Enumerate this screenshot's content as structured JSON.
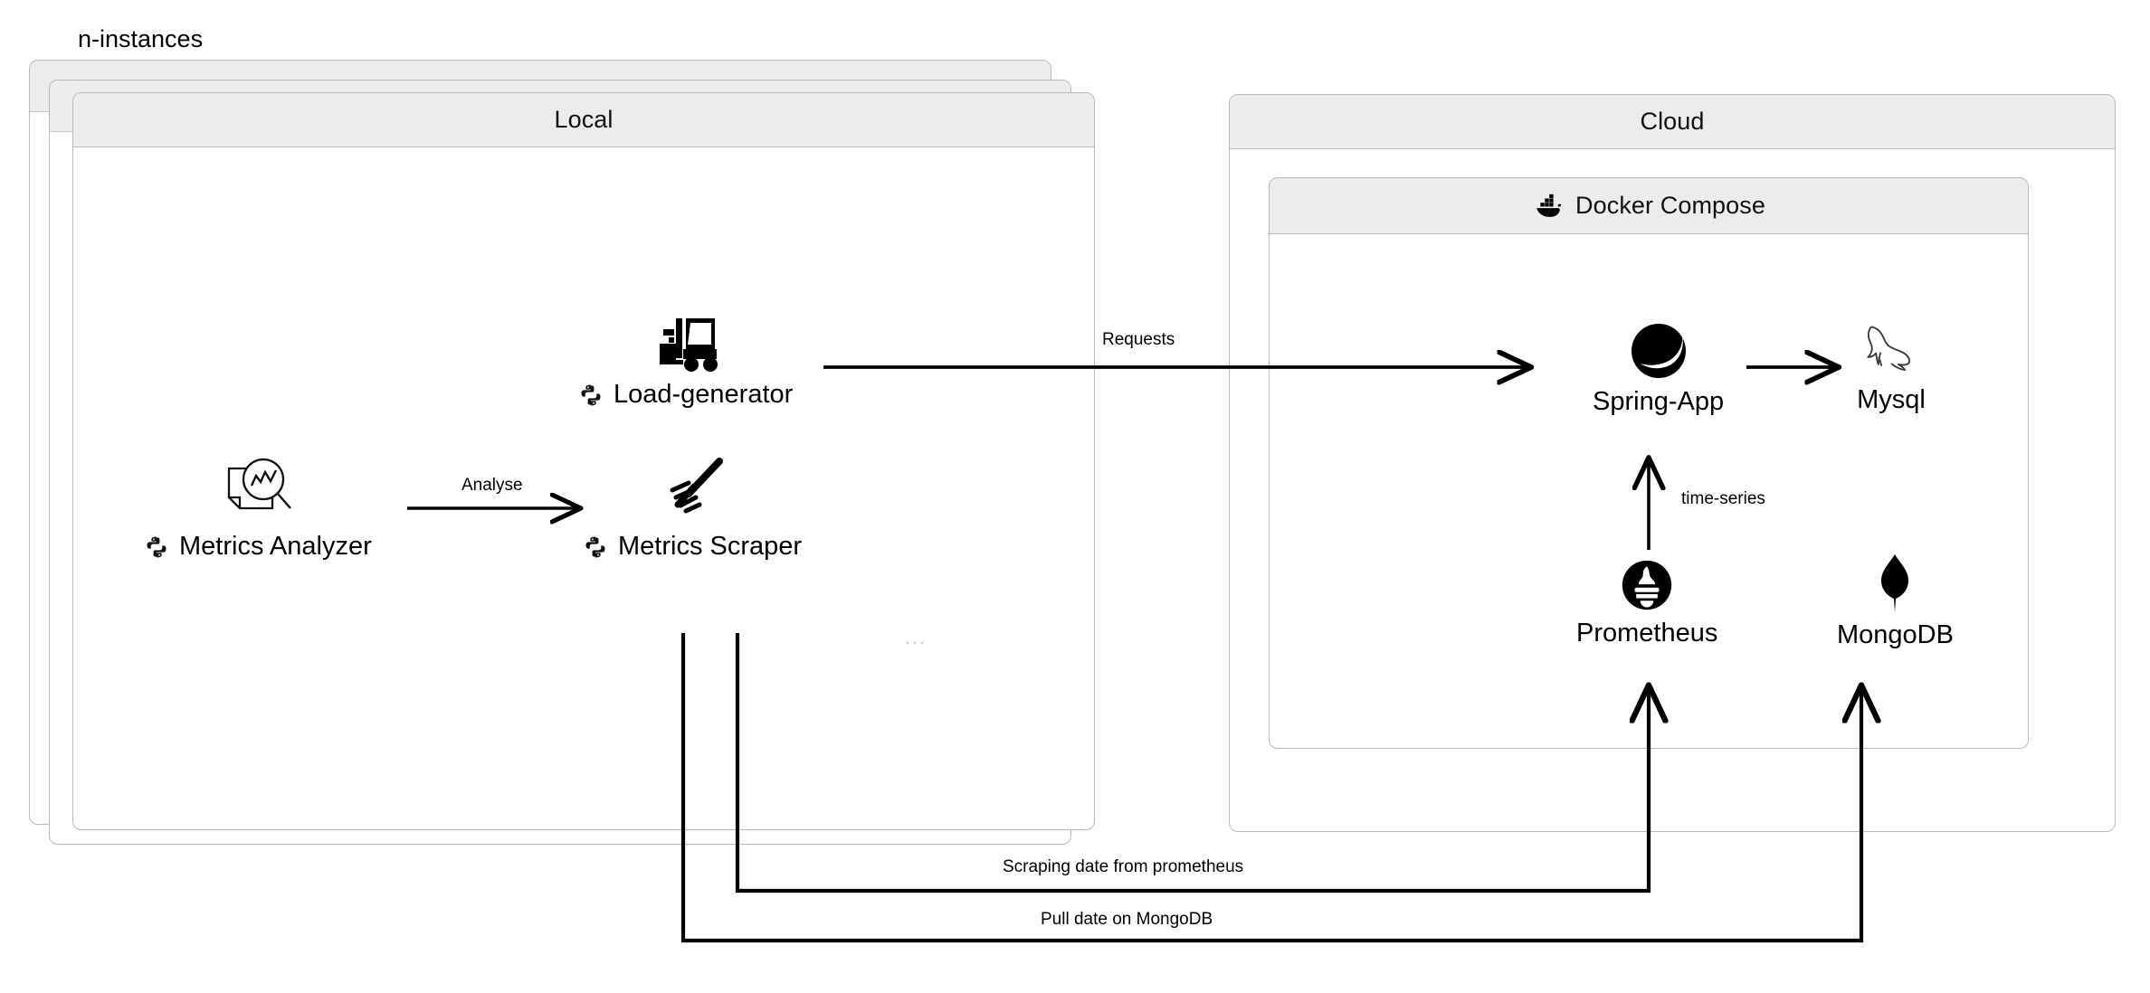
{
  "diagram": {
    "stack_label": "n-instances",
    "ellipsis": "...",
    "local": {
      "title": "Local",
      "nodes": {
        "load_generator": {
          "label": "Load-generator",
          "icon": "forklift-icon",
          "runtime_icon": "python-icon"
        },
        "metrics_analyzer": {
          "label": "Metrics Analyzer",
          "icon": "document-magnifier-chart-icon",
          "runtime_icon": "python-icon"
        },
        "metrics_scraper": {
          "label": "Metrics Scraper",
          "icon": "rake-icon",
          "runtime_icon": "python-icon"
        }
      }
    },
    "cloud": {
      "title": "Cloud",
      "docker_compose": {
        "title": "Docker Compose",
        "icon": "docker-whale-icon",
        "nodes": {
          "spring_app": {
            "label": "Spring-App",
            "icon": "spring-leaf-icon"
          },
          "mysql": {
            "label": "Mysql",
            "icon": "mysql-dolphin-icon"
          },
          "prometheus": {
            "label": "Prometheus",
            "icon": "prometheus-torch-icon"
          },
          "mongodb": {
            "label": "MongoDB",
            "icon": "mongodb-leaf-icon"
          }
        }
      }
    },
    "edges": [
      {
        "id": "analyse",
        "label": "Analyse",
        "from": "metrics_analyzer",
        "to": "metrics_scraper"
      },
      {
        "id": "requests",
        "label": "Requests",
        "from": "load_generator",
        "to": "spring_app"
      },
      {
        "id": "spring-to-mysql",
        "label": "",
        "from": "spring_app",
        "to": "mysql"
      },
      {
        "id": "time-series",
        "label": "time-series",
        "from": "prometheus",
        "to": "spring_app"
      },
      {
        "id": "scraping",
        "label": "Scraping date from prometheus",
        "from": "prometheus",
        "to": "metrics_scraper"
      },
      {
        "id": "pull",
        "label": "Pull date on MongoDB",
        "from": "mongodb",
        "to": "metrics_scraper"
      }
    ],
    "colors": {
      "stroke": "#000000",
      "panel_border": "#b9b9b9",
      "panel_header": "#ececec",
      "background": "#ffffff",
      "ellipsis": "#c8c8c8"
    }
  }
}
